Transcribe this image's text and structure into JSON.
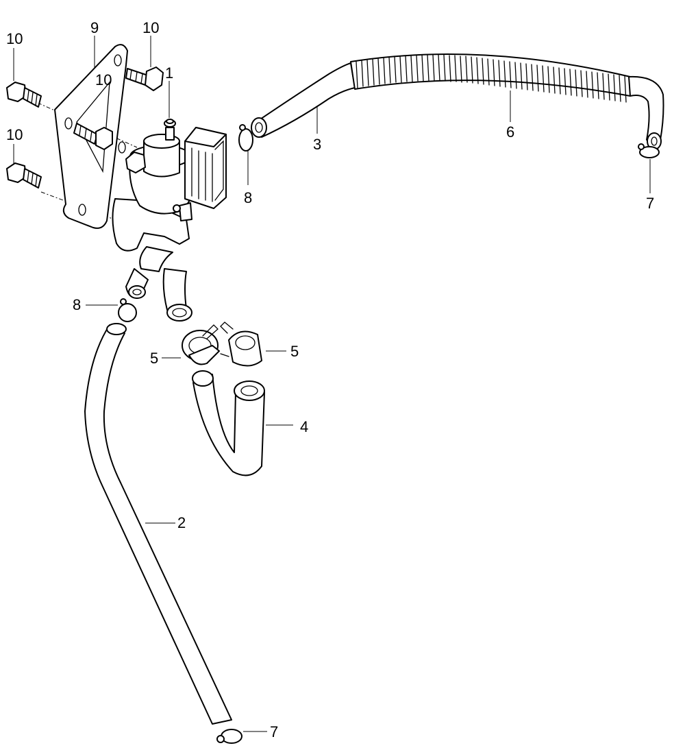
{
  "callouts": {
    "c10a": "10",
    "c9": "9",
    "c10b": "10",
    "c10c": "10",
    "c1": "1",
    "c10d": "10",
    "c3": "3",
    "c6": "6",
    "c8a": "8",
    "c7a": "7",
    "c8b": "8",
    "c5a": "5",
    "c5b": "5",
    "c4": "4",
    "c2": "2",
    "c7b": "7"
  }
}
